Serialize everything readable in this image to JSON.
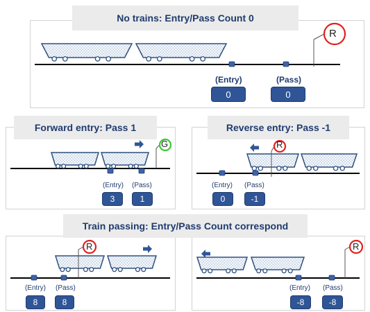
{
  "panels": {
    "top": {
      "title": "No trains: Entry/Pass Count 0",
      "signal": "R",
      "entry_label": "(Entry)",
      "pass_label": "(Pass)",
      "entry_count": "0",
      "pass_count": "0"
    },
    "forward": {
      "title": "Forward entry: Pass 1",
      "signal": "G",
      "entry_label": "(Entry)",
      "pass_label": "(Pass)",
      "entry_count": "3",
      "pass_count": "1"
    },
    "reverse": {
      "title": "Reverse entry: Pass -1",
      "signal": "R",
      "entry_label": "(Entry)",
      "pass_label": "(Pass)",
      "entry_count": "0",
      "pass_count": "-1"
    },
    "passing": {
      "title": "Train passing: Entry/Pass Count correspond"
    },
    "pass_left": {
      "signal": "R",
      "entry_label": "(Entry)",
      "pass_label": "(Pass)",
      "entry_count": "8",
      "pass_count": "8"
    },
    "pass_right": {
      "signal": "R",
      "entry_label": "(Entry)",
      "pass_label": "(Pass)",
      "entry_count": "-8",
      "pass_count": "-8"
    }
  },
  "colors": {
    "title_text": "#1f3b6e",
    "counter_bg": "#2f5597",
    "signal_red": "#e02020",
    "signal_green": "#37c837",
    "arrow": "#2f5597"
  }
}
